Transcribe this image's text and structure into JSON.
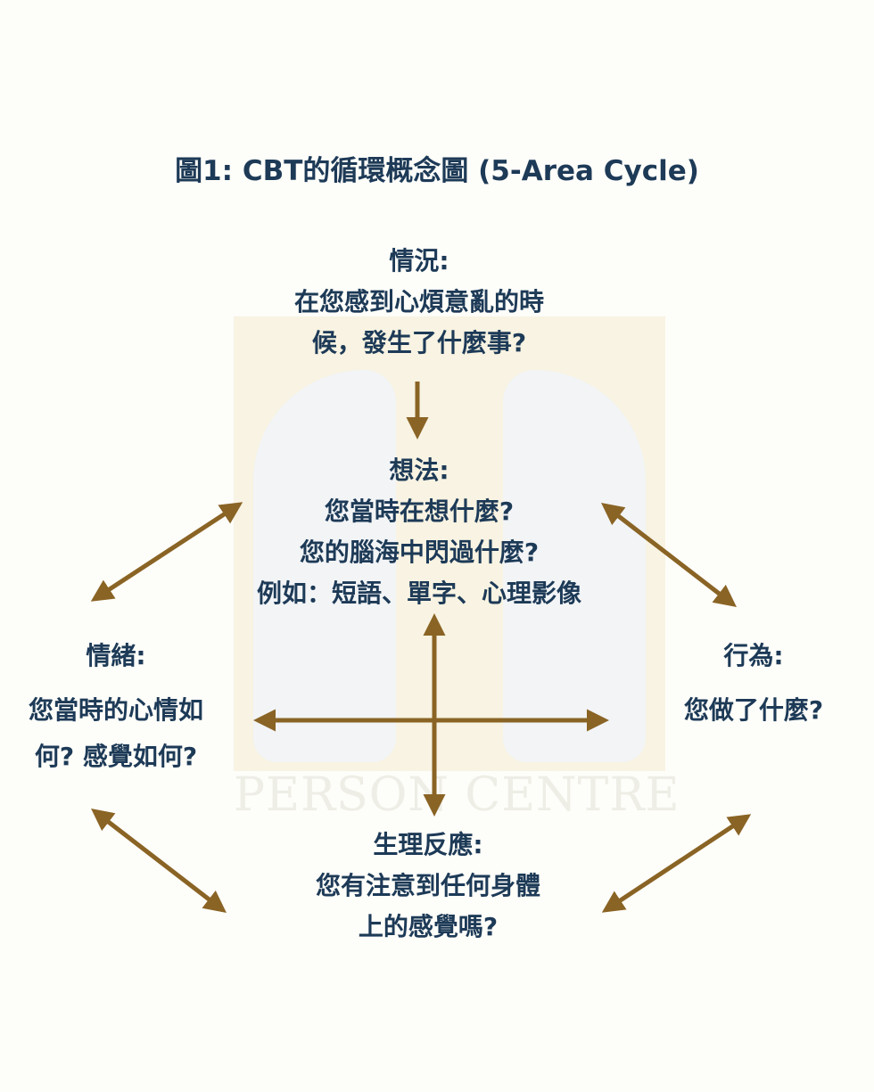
{
  "title": "圖1: CBT的循環概念圖 (5-Area Cycle)",
  "watermark": "PERSON CENTRE",
  "nodes": {
    "situation": {
      "label": "情況:",
      "lines": [
        "在您感到心煩意亂的時",
        "候，發生了什麼事?"
      ]
    },
    "thoughts": {
      "label": "想法:",
      "lines": [
        "您當時在想什麼?",
        "您的腦海中閃過什麼?",
        "例如：短語、單字、心理影像"
      ]
    },
    "emotions": {
      "label": "情緒:",
      "lines": [
        "您當時的心情如",
        "何?  感覺如何?"
      ]
    },
    "behaviour": {
      "label": "行為:",
      "lines": [
        "您做了什麼?"
      ]
    },
    "physical": {
      "label": "生理反應:",
      "lines": [
        "您有注意到任何身體",
        "上的感覺嗎?"
      ]
    }
  },
  "colors": {
    "text": "#1d3a57",
    "arrow": "#8a6425",
    "background": "#fdfdf9"
  }
}
